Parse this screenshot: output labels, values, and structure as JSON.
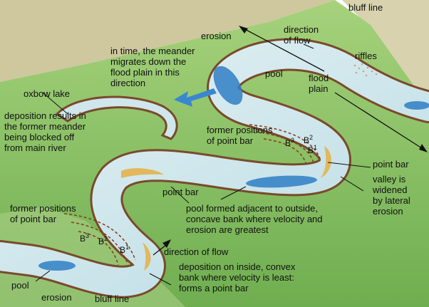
{
  "labels": {
    "bluff_line_top": "bluff line",
    "erosion_top": "erosion",
    "direction_of_flow_top": "direction\nof flow",
    "meander_migrates": "in time, the meander\nmigrates down the\nflood plain in this\ndirection",
    "pool_top": "pool",
    "flood_plain": "flood\nplain",
    "riffles": "riffles",
    "oxbow_lake": "oxbow lake",
    "deposition_blocked": "deposition results in\nthe former meander\nbeing blocked off\nfrom main river",
    "former_positions_top": "former positions\nof point bar",
    "point_bar_right": "point bar",
    "valley_widened": "valley is\nwidened\nby lateral\nerosion",
    "point_bar_center": "point bar",
    "pool_formed": "pool formed adjacent to outside,\nconcave bank where velocity and\nerosion are greatest",
    "former_positions_bottom": "former positions\nof point bar",
    "direction_of_flow_bottom": "direction of flow",
    "deposition_inside": "deposition on inside, convex\nbank where velocity is least:\nforms a point bar",
    "pool_bottom": "pool",
    "erosion_bottom": "erosion",
    "bluff_line_bottom": "bluff line"
  },
  "bar_markers_top": {
    "b": "B",
    "n1": "1",
    "n2": "2",
    "n3": "3"
  },
  "bar_markers_bottom": {
    "b": "B",
    "n1": "1",
    "n2": "2",
    "n3": "3"
  },
  "colors": {
    "floodplain": "#8cc46a",
    "floodplain_dark": "#6da84e",
    "bluff": "#c9c29a",
    "river": "#cfe6ec",
    "bank_erosion": "#7a4a2a",
    "pool": "#2f7fc4",
    "point_bar": "#e2b85a",
    "arrow_blue": "#3a86d0"
  }
}
